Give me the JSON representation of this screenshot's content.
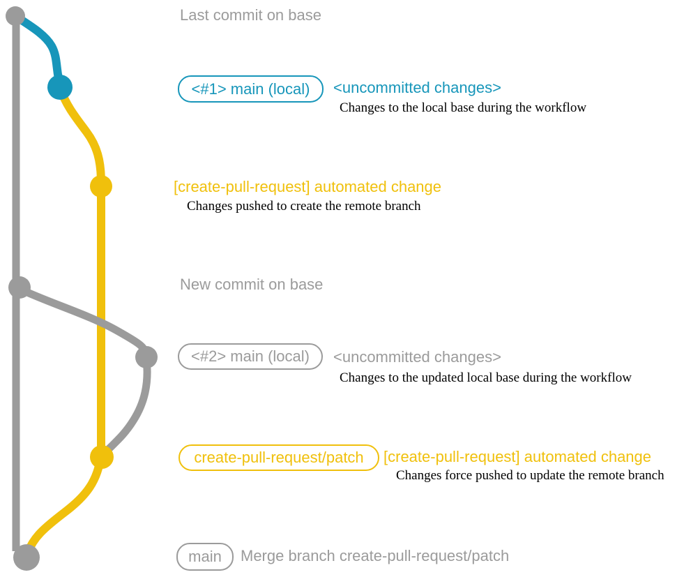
{
  "colors": {
    "gray": "#9b9b9b",
    "blue": "#1796ba",
    "yellow": "#f0c00c",
    "text_black": "#000000",
    "background": "#ffffff"
  },
  "annotations": {
    "last_commit_on_base": "Last commit on base",
    "new_commit_on_base": "New commit on base",
    "merge_commit_message": "Merge branch create-pull-request/patch"
  },
  "branch_labels": {
    "main_local_1": "<#1> main (local)",
    "main_local_2": "<#2> main (local)",
    "patch_branch": "create-pull-request/patch",
    "main": "main"
  },
  "commit_headings": {
    "uncommitted_1": "<uncommitted changes>",
    "automated_1": "[create-pull-request] automated change",
    "uncommitted_2": "<uncommitted changes>",
    "automated_2": "[create-pull-request] automated change"
  },
  "commit_descriptions": {
    "uncommitted_1": "Changes to the local base during the workflow",
    "automated_1": "Changes pushed to create the remote branch",
    "uncommitted_2": "Changes to the updated local base during the workflow",
    "automated_2": "Changes force pushed to update the remote branch"
  }
}
